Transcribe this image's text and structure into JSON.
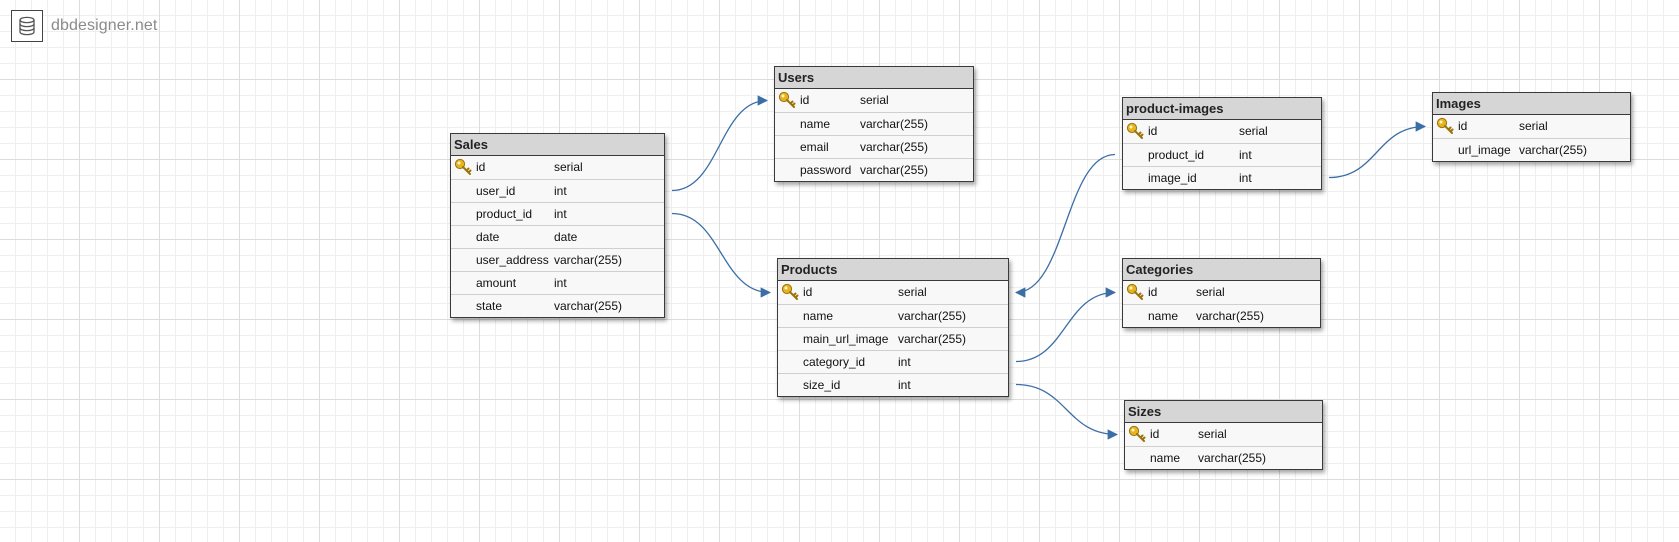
{
  "brand": {
    "name": "dbdesigner.net",
    "icon": "database-icon"
  },
  "colors": {
    "link": "#3a6ea5",
    "header": "#d6d6d6",
    "body": "#f8f8f8",
    "key": "#e6b422"
  },
  "tables": [
    {
      "id": "sales",
      "name": "Sales",
      "columns": [
        {
          "name": "id",
          "type": "serial",
          "pk": true
        },
        {
          "name": "user_id",
          "type": "int",
          "pk": false
        },
        {
          "name": "product_id",
          "type": "int",
          "pk": false
        },
        {
          "name": "date",
          "type": "date",
          "pk": false
        },
        {
          "name": "user_address",
          "type": "varchar(255)",
          "pk": false
        },
        {
          "name": "amount",
          "type": "int",
          "pk": false
        },
        {
          "name": "state",
          "type": "varchar(255)",
          "pk": false
        }
      ]
    },
    {
      "id": "users",
      "name": "Users",
      "columns": [
        {
          "name": "id",
          "type": "serial",
          "pk": true
        },
        {
          "name": "name",
          "type": "varchar(255)",
          "pk": false
        },
        {
          "name": "email",
          "type": "varchar(255)",
          "pk": false
        },
        {
          "name": "password",
          "type": "varchar(255)",
          "pk": false
        }
      ]
    },
    {
      "id": "products",
      "name": "Products",
      "columns": [
        {
          "name": "id",
          "type": "serial",
          "pk": true
        },
        {
          "name": "name",
          "type": "varchar(255)",
          "pk": false
        },
        {
          "name": "main_url_image",
          "type": "varchar(255)",
          "pk": false
        },
        {
          "name": "category_id",
          "type": "int",
          "pk": false
        },
        {
          "name": "size_id",
          "type": "int",
          "pk": false
        }
      ]
    },
    {
      "id": "product-images",
      "name": "product-images",
      "columns": [
        {
          "name": "id",
          "type": "serial",
          "pk": true
        },
        {
          "name": "product_id",
          "type": "int",
          "pk": false
        },
        {
          "name": "image_id",
          "type": "int",
          "pk": false
        }
      ]
    },
    {
      "id": "images",
      "name": "Images",
      "columns": [
        {
          "name": "id",
          "type": "serial",
          "pk": true
        },
        {
          "name": "url_image",
          "type": "varchar(255)",
          "pk": false
        }
      ]
    },
    {
      "id": "categories",
      "name": "Categories",
      "columns": [
        {
          "name": "id",
          "type": "serial",
          "pk": true
        },
        {
          "name": "name",
          "type": "varchar(255)",
          "pk": false
        }
      ]
    },
    {
      "id": "sizes",
      "name": "Sizes",
      "columns": [
        {
          "name": "id",
          "type": "serial",
          "pk": true
        },
        {
          "name": "name",
          "type": "varchar(255)",
          "pk": false
        }
      ]
    }
  ],
  "relations": [
    {
      "from_table": "sales",
      "from_column": "user_id",
      "to_table": "users",
      "to_column": "id"
    },
    {
      "from_table": "sales",
      "from_column": "product_id",
      "to_table": "products",
      "to_column": "id"
    },
    {
      "from_table": "product-images",
      "from_column": "product_id",
      "to_table": "products",
      "to_column": "id"
    },
    {
      "from_table": "product-images",
      "from_column": "image_id",
      "to_table": "images",
      "to_column": "id"
    },
    {
      "from_table": "products",
      "from_column": "category_id",
      "to_table": "categories",
      "to_column": "id"
    },
    {
      "from_table": "products",
      "from_column": "size_id",
      "to_table": "sizes",
      "to_column": "id"
    }
  ]
}
